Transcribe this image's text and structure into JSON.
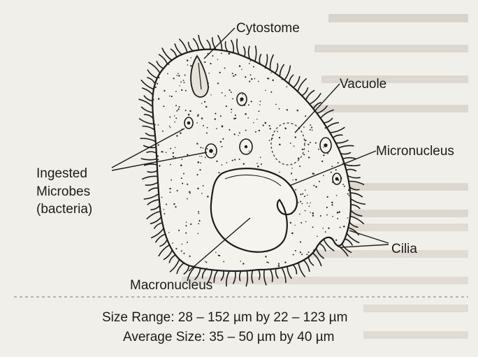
{
  "labels": {
    "cytostome": "Cytostome",
    "vacuole": "Vacuole",
    "micronucleus": "Micronucleus",
    "ingested_1": "Ingested",
    "ingested_2": "Microbes",
    "ingested_3": "(bacteria)",
    "cilia": "Cilia",
    "macronucleus": "Macronucleus"
  },
  "caption": {
    "size_range": "Size Range: 28 – 152 µm by 22 – 123 µm",
    "average_size": "Average Size: 35 – 50 µm by 40 µm"
  },
  "colors": {
    "ink": "#1c1c1c",
    "paper": "#f1efe9",
    "bleed_through": "#cfcbc2"
  }
}
